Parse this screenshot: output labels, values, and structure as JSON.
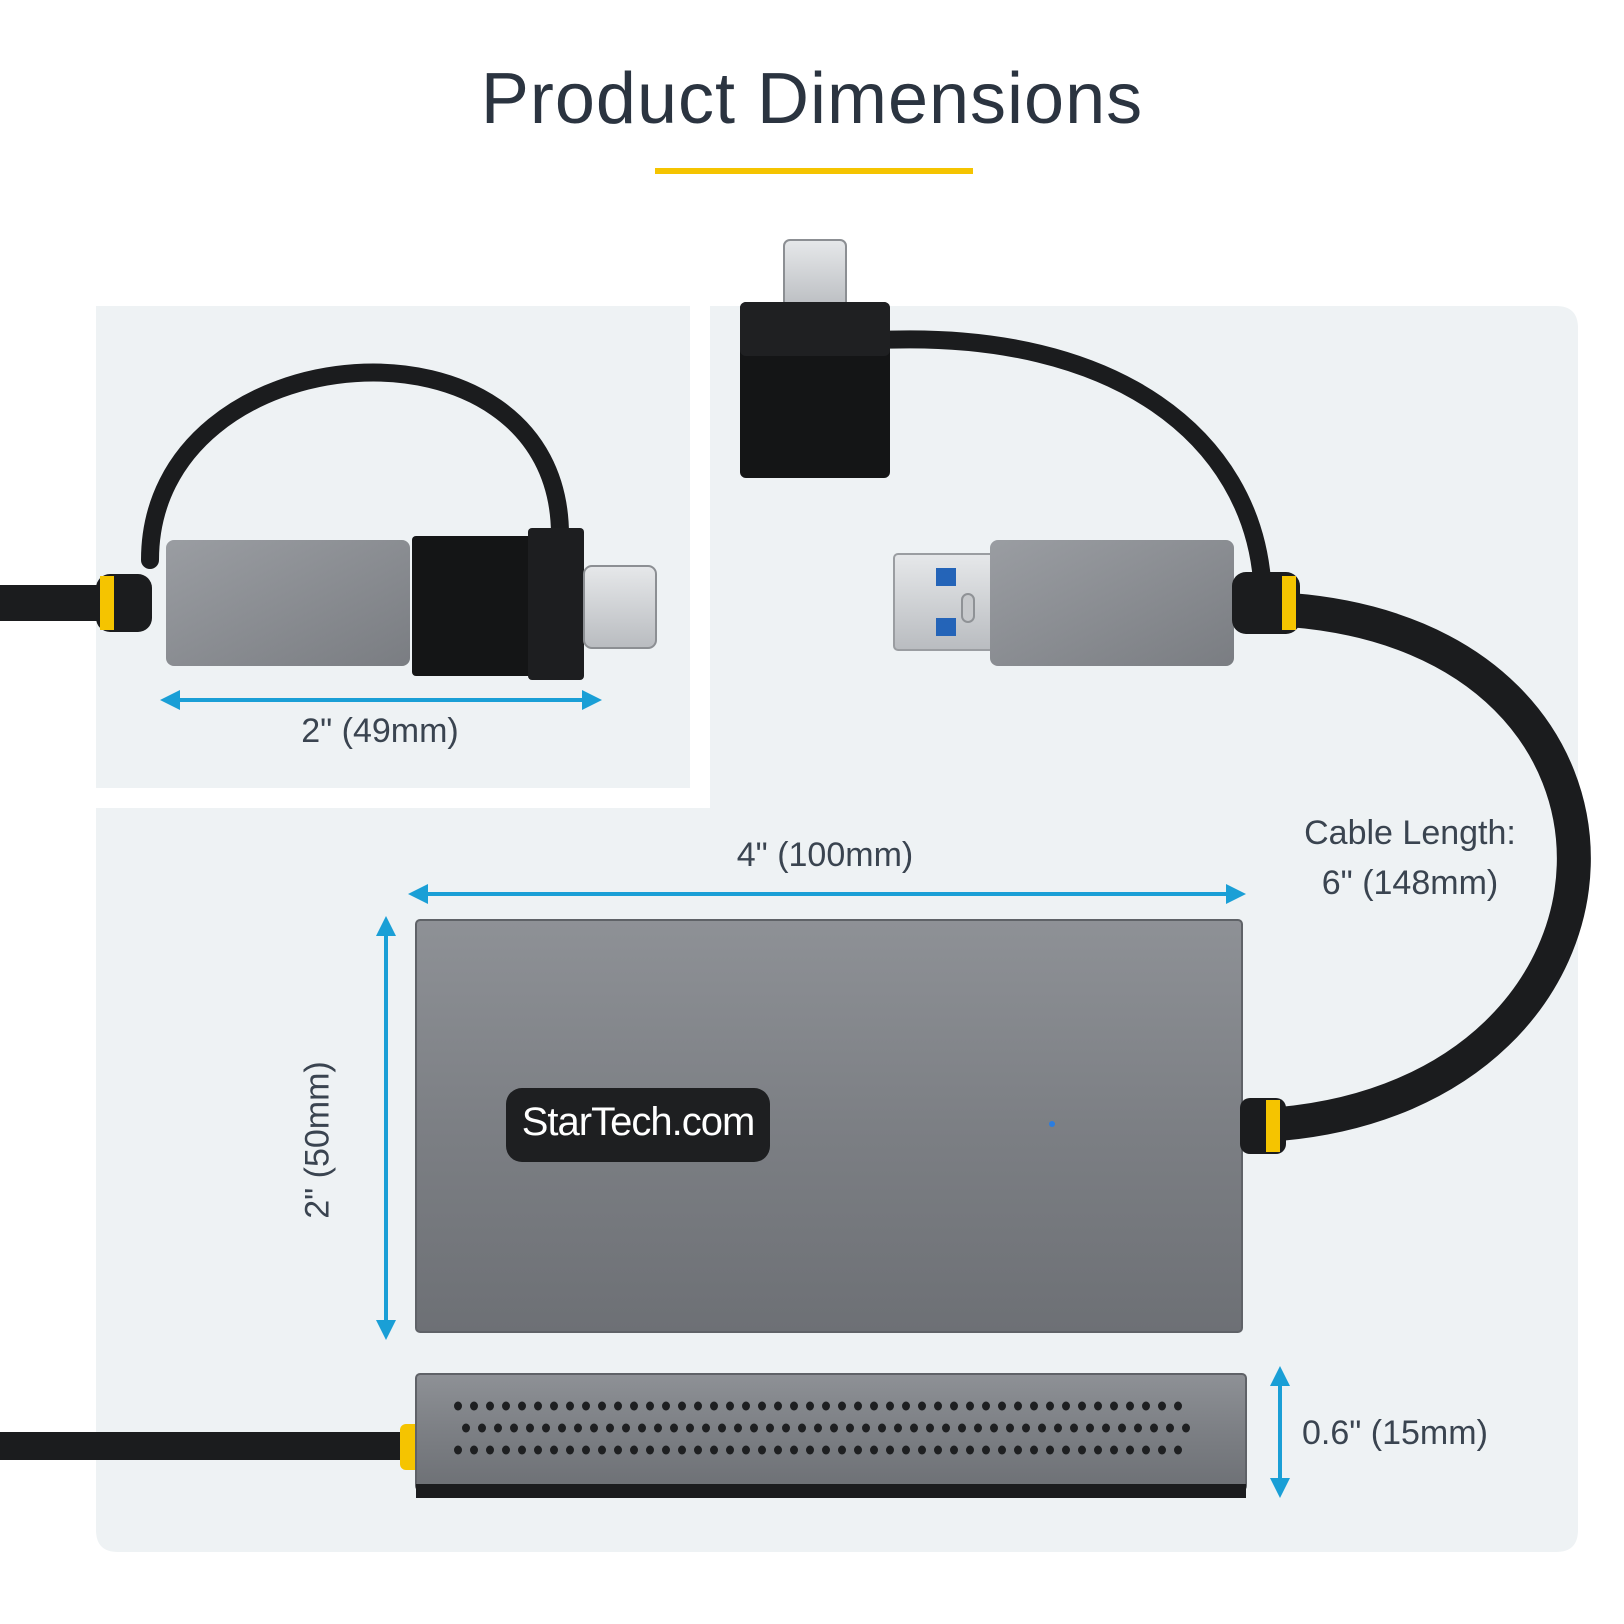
{
  "title": "Product Dimensions",
  "brand": {
    "logo_text": "StarTech.com",
    "accent_color": "#f5c400",
    "dimension_color": "#1a9fd6"
  },
  "dimensions": {
    "connector_width": "2\" (49mm)",
    "hub_width": "4\" (100mm)",
    "hub_height": "2\" (50mm)",
    "hub_thickness": "0.6\" (15mm)",
    "cable_length_label": "Cable Length:",
    "cable_length_value": "6\" (148mm)"
  }
}
